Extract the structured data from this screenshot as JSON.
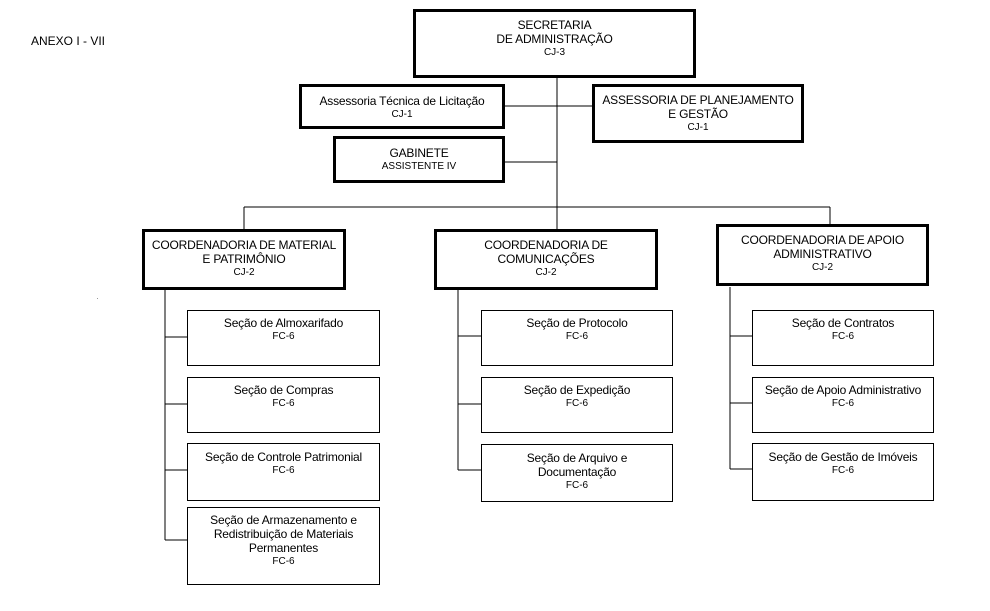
{
  "annex_label": "ANEXO I - VII",
  "top": {
    "name_line1": "SECRETARIA",
    "name_line2": "DE ADMINISTRAÇÃO",
    "code": "CJ-3"
  },
  "licitacao": {
    "name": "Assessoria Técnica de Licitação",
    "code": "CJ-1"
  },
  "planejamento": {
    "name_line1": "ASSESSORIA DE PLANEJAMENTO",
    "name_line2": "E GESTÃO",
    "code": "CJ-1"
  },
  "gabinete": {
    "name": "GABINETE",
    "code": "ASSISTENTE IV"
  },
  "coord_material": {
    "name_line1": "COORDENADORIA DE MATERIAL",
    "name_line2": "E PATRIMÔNIO",
    "code": "CJ-2",
    "sections": [
      {
        "line1": "Seção de Almoxarifado",
        "line2": "",
        "line3": "",
        "code": "FC-6"
      },
      {
        "line1": "Seção de Compras",
        "line2": "",
        "line3": "",
        "code": "FC-6"
      },
      {
        "line1": "Seção de Controle Patrimonial",
        "line2": "",
        "line3": "",
        "code": "FC-6"
      },
      {
        "line1": "Seção de Armazenamento e",
        "line2": "Redistribuição de Materiais",
        "line3": "Permanentes",
        "code": "FC-6"
      }
    ]
  },
  "coord_comunicacoes": {
    "name_line1": "COORDENADORIA DE",
    "name_line2": "COMUNICAÇÕES",
    "code": "CJ-2",
    "sections": [
      {
        "line1": "Seção de Protocolo",
        "line2": "",
        "code": "FC-6"
      },
      {
        "line1": "Seção de Expedição",
        "line2": "",
        "code": "FC-6"
      },
      {
        "line1": "Seção de Arquivo e",
        "line2": "Documentação",
        "code": "FC-6"
      }
    ]
  },
  "coord_apoio": {
    "name_line1": "COORDENADORIA DE APOIO",
    "name_line2": "ADMINISTRATIVO",
    "code": "CJ-2",
    "sections": [
      {
        "line1": "Seção de Contratos",
        "code": "FC-6"
      },
      {
        "line1": "Seção de Apoio Administrativo",
        "code": "FC-6"
      },
      {
        "line1": "Seção de Gestão de Imóveis",
        "code": "FC-6"
      }
    ]
  }
}
